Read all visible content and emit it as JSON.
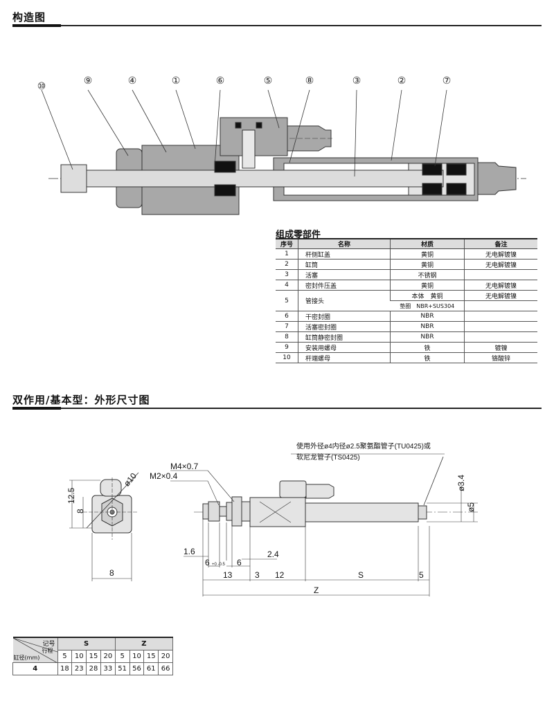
{
  "sections": {
    "structure_title": "构造图",
    "dimension_title": "双作用/基本型：外形尺寸图"
  },
  "callouts": [
    "⑩",
    "⑨",
    "④",
    "①",
    "⑥",
    "⑤",
    "⑧",
    "③",
    "②",
    "⑦"
  ],
  "parts_table": {
    "title": "组成零部件",
    "headers": [
      "序号",
      "名称",
      "材质",
      "备注"
    ],
    "rows": [
      {
        "no": "1",
        "name": "杆侧缸盖",
        "material": "黄铜",
        "note": "无电解镀镍"
      },
      {
        "no": "2",
        "name": "缸筒",
        "material": "黄铜",
        "note": "无电解镀镍"
      },
      {
        "no": "3",
        "name": "活塞",
        "material": "不锈钢",
        "note": ""
      },
      {
        "no": "4",
        "name": "密封件压盖",
        "material": "黄铜",
        "note": "无电解镀镍"
      },
      {
        "no": "5",
        "name": "管接头",
        "material": "本体　黄铜",
        "note": "无电解镀镍",
        "material2": "垫圈　NBR+SUS304",
        "note2": ""
      },
      {
        "no": "6",
        "name": "干密封圈",
        "material": "NBR",
        "note": ""
      },
      {
        "no": "7",
        "name": "活塞密封圈",
        "material": "NBR",
        "note": ""
      },
      {
        "no": "8",
        "name": "缸筒静密封圈",
        "material": "NBR",
        "note": ""
      },
      {
        "no": "9",
        "name": "安装用螺母",
        "material": "铁",
        "note": "镀镍"
      },
      {
        "no": "10",
        "name": "杆端螺母",
        "material": "铁",
        "note": "铬酸锌"
      }
    ]
  },
  "dimension_drawing": {
    "tube_note_line1": "使用外径ø4内径ø2.5聚氨酯管子(TU0425)或",
    "tube_note_line2": "软尼龙管子(TS0425)",
    "thread_rod": "M2×0.4",
    "thread_body": "M4×0.7",
    "dia_front": "ø10",
    "h_12_5": "12.5",
    "h_8": "8",
    "w_8": "8",
    "d_1_6": "1.6",
    "d_2_4": "2.4",
    "d_6a": "6",
    "tol": "+0 -0.5",
    "d_6b": "6",
    "d_13": "13",
    "d_3": "3",
    "d_12": "12",
    "d_S": "S",
    "d_5": "5",
    "d_Z": "Z",
    "dia_3_4": "ø3.4",
    "dia_5": "ø5"
  },
  "dimension_table": {
    "col_label": "记号",
    "row_label": "行程",
    "bore_label": "缸径(mm)",
    "groups": [
      "S",
      "Z"
    ],
    "strokes": [
      "5",
      "10",
      "15",
      "20",
      "5",
      "10",
      "15",
      "20"
    ],
    "rows": [
      {
        "bore": "4",
        "values": [
          "18",
          "23",
          "28",
          "33",
          "51",
          "56",
          "61",
          "66"
        ]
      }
    ]
  }
}
